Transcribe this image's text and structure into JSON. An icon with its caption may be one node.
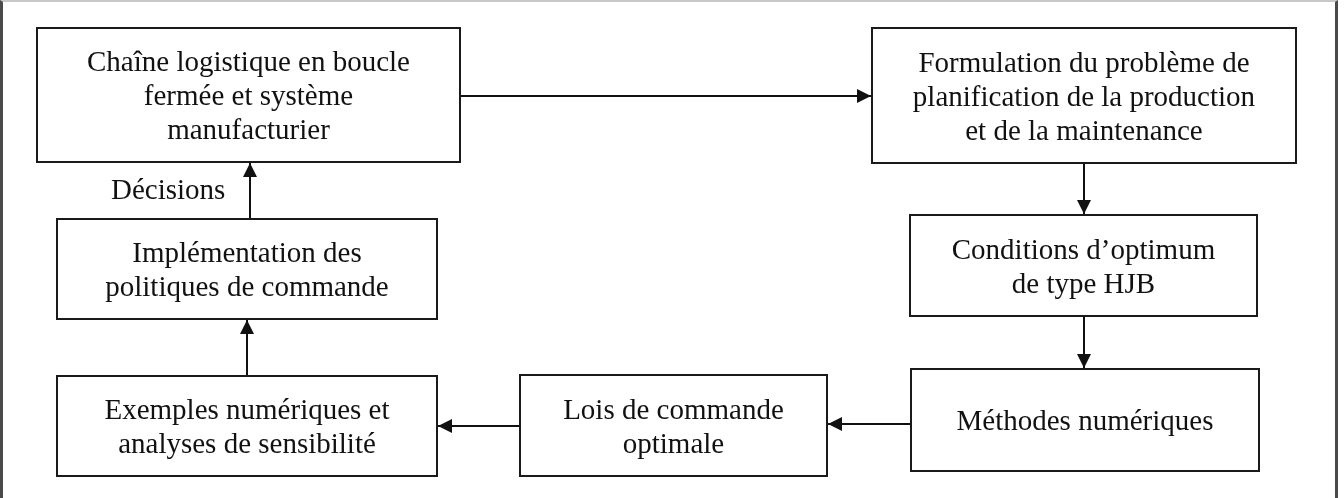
{
  "diagram": {
    "nodes": [
      {
        "text": [
          "Chaîne logistique en boucle fermée et système manufacturier"
        ]
      },
      {
        "text": [
          "Formulation du problème de planification de la production et de la maintenance"
        ]
      },
      {
        "text": [
          "Conditions d’optimum de type HJB"
        ]
      },
      {
        "text": [
          "Méthodes numériques"
        ]
      },
      {
        "text": [
          "Lois de commande optimale"
        ]
      },
      {
        "text": [
          "Exemples numériques et analyses de sensibilité"
        ]
      },
      {
        "text": [
          "Implémentation des politiques de commande"
        ]
      }
    ],
    "edges": [
      {
        "from": 0,
        "to": 1,
        "arrow": "to"
      },
      {
        "from": 1,
        "to": 2,
        "arrow": "to"
      },
      {
        "from": 2,
        "to": 3,
        "arrow": "to"
      },
      {
        "from": 3,
        "to": 4,
        "arrow": "to"
      },
      {
        "from": 4,
        "to": 5,
        "arrow": "to"
      },
      {
        "from": 5,
        "to": 6,
        "arrow": "to"
      },
      {
        "from": 6,
        "to": 0,
        "arrow": "to",
        "label": "Décisions"
      }
    ]
  }
}
